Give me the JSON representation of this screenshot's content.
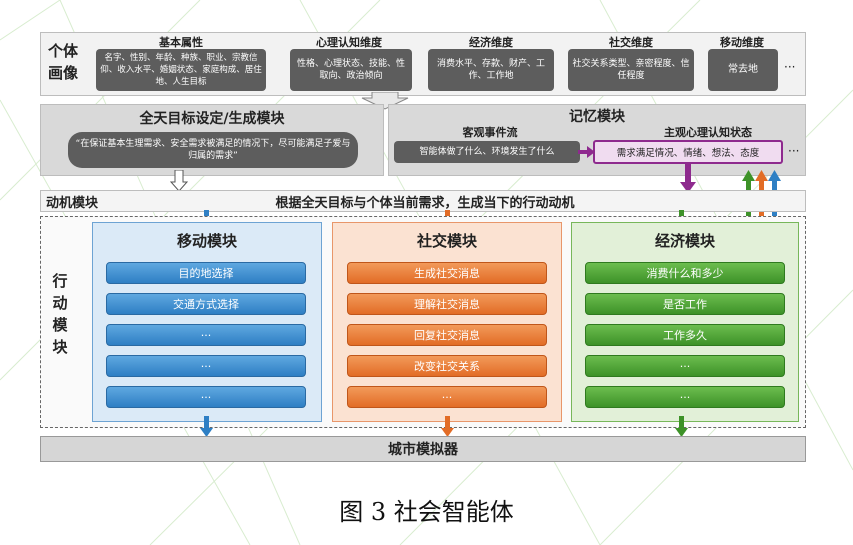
{
  "persona": {
    "label": "个体\n画像",
    "dimensions": [
      {
        "title": "基本属性",
        "content": "名字、性别、年龄、种族、职业、宗教信仰、收入水平、婚姻状态、家庭构成、居住地、人生目标"
      },
      {
        "title": "心理认知维度",
        "content": "性格、心理状态、技能、性取向、政治倾向"
      },
      {
        "title": "经济维度",
        "content": "消费水平、存款、财产、工作、工作地"
      },
      {
        "title": "社交维度",
        "content": "社交关系类型、亲密程度、信任程度"
      },
      {
        "title": "移动维度",
        "content": "常去地"
      }
    ],
    "more": "···"
  },
  "goal_module": {
    "title": "全天目标设定/生成模块",
    "quote": "“在保证基本生理需求、安全需求被满足的情况下，尽可能满足子爱与归属的需求”"
  },
  "memory_module": {
    "title": "记忆模块",
    "objective_title": "客观事件流",
    "objective_content": "智能体做了什么、环境发生了什么",
    "subjective_title": "主观心理认知状态",
    "subjective_content": "需求满足情况、情绪、想法、态度",
    "more": "···"
  },
  "motivation": {
    "label": "动机模块",
    "text": "根据全天目标与个体当前需求，生成当下的行动动机"
  },
  "action": {
    "label": "行\n动\n模\n块",
    "mobility": {
      "title": "移动模块",
      "items": [
        "目的地选择",
        "交通方式选择",
        "···",
        "···",
        "···"
      ]
    },
    "social": {
      "title": "社交模块",
      "items": [
        "生成社交消息",
        "理解社交消息",
        "回复社交消息",
        "改变社交关系",
        "···"
      ]
    },
    "economy": {
      "title": "经济模块",
      "items": [
        "消费什么和多少",
        "是否工作",
        "工作多久",
        "···",
        "···"
      ]
    }
  },
  "simulator": {
    "label": "城市模拟器"
  },
  "caption": "图 3 社会智能体",
  "colors": {
    "blue": "#2e7fc4",
    "orange": "#e26c26",
    "green": "#3d9228",
    "purple": "#8e2a8e"
  }
}
